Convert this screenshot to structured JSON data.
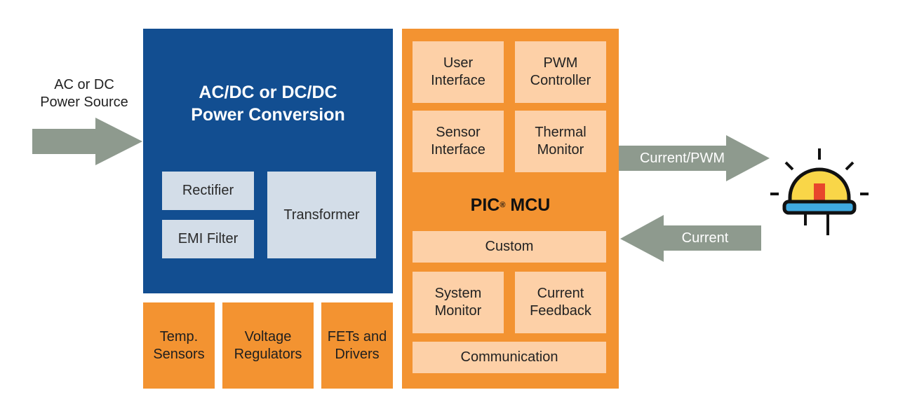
{
  "input": {
    "label": "AC or DC\nPower Source"
  },
  "power_conversion": {
    "title": "AC/DC or DC/DC\nPower Conversion",
    "blocks": [
      "Rectifier",
      "EMI Filter",
      "Transformer"
    ]
  },
  "support_blocks": [
    "Temp.\nSensors",
    "Voltage\nRegulators",
    "FETs and\nDrivers"
  ],
  "mcu": {
    "title_main": "PIC",
    "title_sup": "®",
    "title_tail": " MCU",
    "blocks": {
      "user_interface": "User\nInterface",
      "pwm_controller": "PWM\nController",
      "sensor_interface": "Sensor\nInterface",
      "thermal_monitor": "Thermal\nMonitor",
      "custom": "Custom",
      "system_monitor": "System\nMonitor",
      "current_feedback": "Current\nFeedback",
      "communication": "Communication"
    }
  },
  "arrows": {
    "output": "Current/PWM",
    "feedback": "Current"
  },
  "colors": {
    "power_block": "#124e91",
    "grey_box": "#d3dde8",
    "orange": "#f39331",
    "peach": "#fdd0a7",
    "arrow": "#8e9a8e",
    "led_dome": "#f9d648",
    "led_base": "#3fa9e0",
    "led_chip": "#e8462c"
  },
  "icons": {
    "led": "led-bulb-icon"
  }
}
